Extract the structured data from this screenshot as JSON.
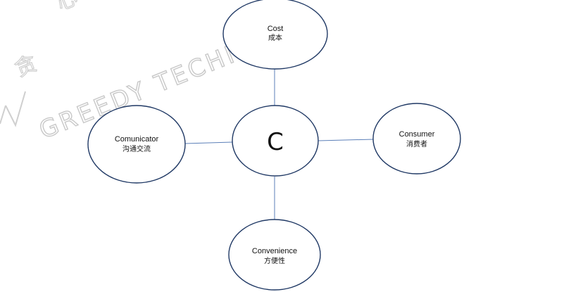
{
  "watermark": {
    "latin": "GREEDY TECHNOLO",
    "chinese_1": "贪",
    "chinese_2": "心"
  },
  "center": {
    "label": "C"
  },
  "nodes": {
    "top": {
      "en": "Cost",
      "cn": "成本"
    },
    "left": {
      "en": "Comunicator",
      "cn": "沟通交流"
    },
    "right": {
      "en": "Consumer",
      "cn": "消费者"
    },
    "bottom": {
      "en": "Convenience",
      "cn": "方便性"
    }
  },
  "colors": {
    "ellipse_stroke": "#1f3864",
    "connector": "#5b7fb8",
    "text": "#111111",
    "watermark": "#c8c8c8"
  }
}
